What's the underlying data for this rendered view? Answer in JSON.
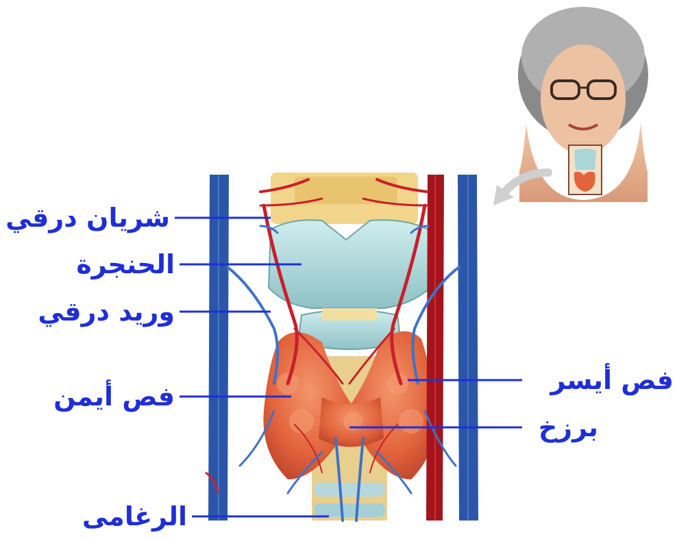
{
  "diagram": {
    "labels": {
      "thyroid_artery": "شريان درقي",
      "larynx": "الحنجرة",
      "thyroid_vein": "وريد درقي",
      "right_lobe": "فص أيمن",
      "left_lobe": "فص أيسر",
      "isthmus": "برزخ",
      "trachea": "الرغامى"
    },
    "colors": {
      "label_text": "#1f2fd6",
      "leader_line": "#1f2fd6",
      "artery": "#d0202a",
      "vein": "#3a6fc8",
      "cartilage": "#a9d6d6",
      "thyroid": "#e2643c"
    },
    "icons": {
      "portrait": "elderly-woman-portrait",
      "arrow": "curved-arrow-icon"
    }
  }
}
